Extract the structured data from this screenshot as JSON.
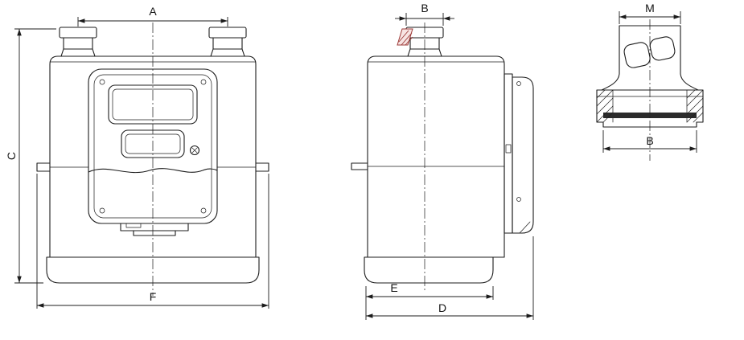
{
  "drawing": {
    "type": "gas-meter-dimension-drawing",
    "front": {
      "dim_top": "A",
      "dim_left": "C",
      "dim_bottom": "F"
    },
    "side": {
      "dim_top": "B",
      "dim_bottom_inner": "E",
      "dim_bottom_outer": "D"
    },
    "fitting": {
      "dim_top": "M",
      "dim_bottom": "B"
    },
    "colors": {
      "line": "#1c1c1c",
      "seal_hatch": "#9e3b39",
      "gasket": "#2b2b2b"
    }
  }
}
